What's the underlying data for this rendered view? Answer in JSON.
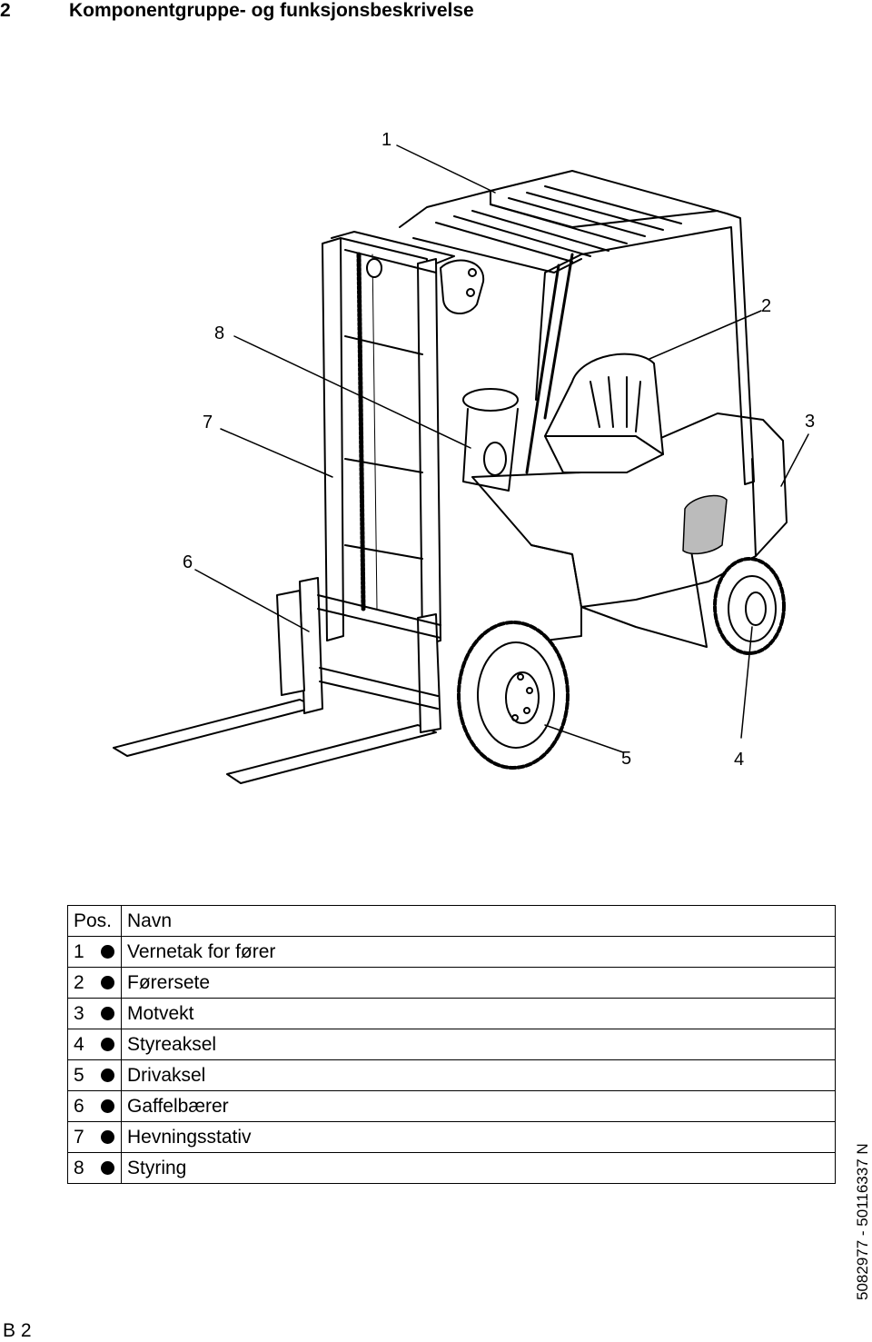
{
  "header": {
    "section_number": "2",
    "title": "Komponentgruppe- og funksjonsbeskrivelse"
  },
  "figure": {
    "callouts": [
      "1",
      "2",
      "3",
      "4",
      "5",
      "6",
      "7",
      "8"
    ]
  },
  "table": {
    "headers": {
      "pos": "Pos.",
      "name": "Navn"
    },
    "rows": [
      {
        "pos": "1",
        "name": "Vernetak for fører"
      },
      {
        "pos": "2",
        "name": "Førersete"
      },
      {
        "pos": "3",
        "name": "Motvekt"
      },
      {
        "pos": "4",
        "name": "Styreaksel"
      },
      {
        "pos": "5",
        "name": "Drivaksel"
      },
      {
        "pos": "6",
        "name": "Gaffelbærer"
      },
      {
        "pos": "7",
        "name": "Hevningsstativ"
      },
      {
        "pos": "8",
        "name": "Styring"
      }
    ]
  },
  "doc_id": "5082977 - 50116337 N",
  "footer": {
    "page_label": "B 2"
  }
}
